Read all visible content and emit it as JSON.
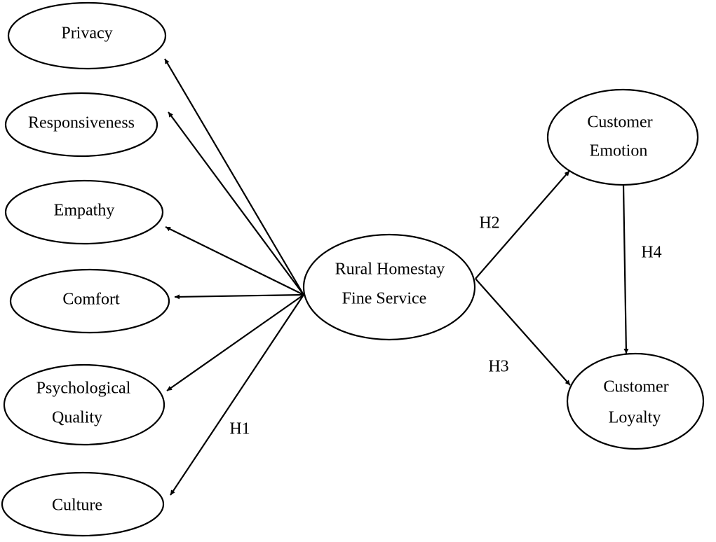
{
  "nodes": {
    "privacy": {
      "lines": [
        "Privacy"
      ]
    },
    "responsiveness": {
      "lines": [
        "Responsiveness"
      ]
    },
    "empathy": {
      "lines": [
        "Empathy"
      ]
    },
    "comfort": {
      "lines": [
        "Comfort"
      ]
    },
    "psychological_quality": {
      "lines": [
        "Psychological",
        "Quality"
      ]
    },
    "culture": {
      "lines": [
        "Culture"
      ]
    },
    "rural_homestay": {
      "lines": [
        "Rural Homestay",
        "Fine Service"
      ]
    },
    "customer_emotion": {
      "lines": [
        "Customer",
        "Emotion"
      ]
    },
    "customer_loyalty": {
      "lines": [
        "Customer",
        "Loyalty"
      ]
    }
  },
  "edges": [
    {
      "from": "rural_homestay",
      "to": "privacy"
    },
    {
      "from": "rural_homestay",
      "to": "responsiveness"
    },
    {
      "from": "rural_homestay",
      "to": "empathy"
    },
    {
      "from": "rural_homestay",
      "to": "comfort"
    },
    {
      "from": "rural_homestay",
      "to": "psychological_quality"
    },
    {
      "from": "rural_homestay",
      "to": "culture"
    },
    {
      "from": "rural_homestay",
      "to": "customer_emotion"
    },
    {
      "from": "rural_homestay",
      "to": "customer_loyalty"
    },
    {
      "from": "customer_emotion",
      "to": "customer_loyalty"
    }
  ],
  "hypotheses": {
    "h1": "H1",
    "h2": "H2",
    "h3": "H3",
    "h4": "H4"
  }
}
